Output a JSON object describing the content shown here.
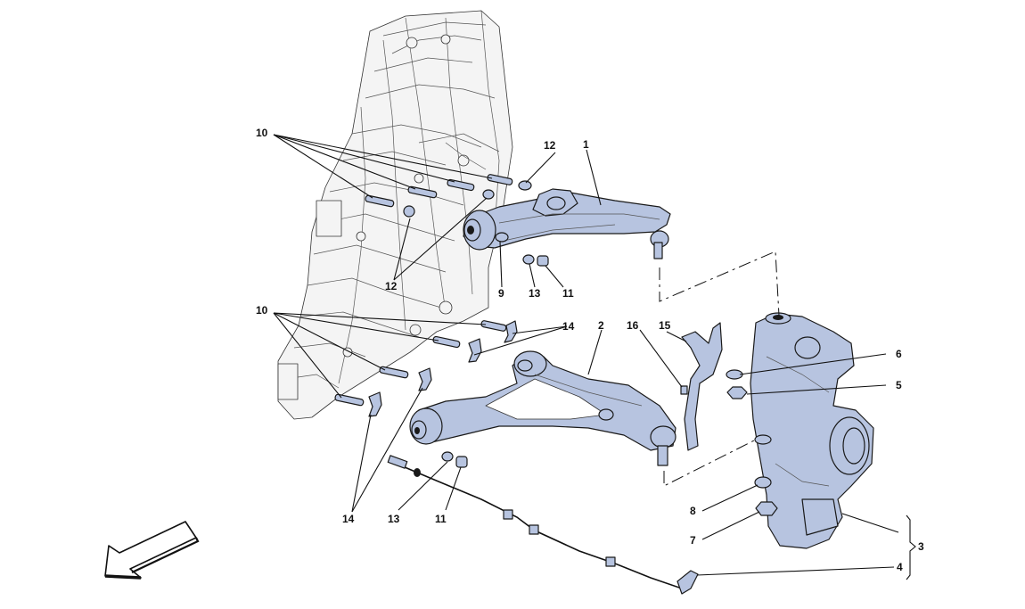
{
  "colors": {
    "part": "#b7c4e0",
    "part_shade": "#8fa0c8",
    "frame": "#f4f4f4",
    "line": "#111111"
  },
  "callouts": {
    "c1": "1",
    "c2": "2",
    "c3": "3",
    "c4": "4",
    "c5": "5",
    "c6": "6",
    "c7": "7",
    "c8": "8",
    "c9": "9",
    "c10a": "10",
    "c10b": "10",
    "c11a": "11",
    "c11b": "11",
    "c12a": "12",
    "c12b": "12",
    "c13a": "13",
    "c13b": "13",
    "c14a": "14",
    "c14b": "14",
    "c15": "15",
    "c16": "16"
  },
  "icons": {
    "direction_arrow": "front-direction-arrow-icon"
  }
}
